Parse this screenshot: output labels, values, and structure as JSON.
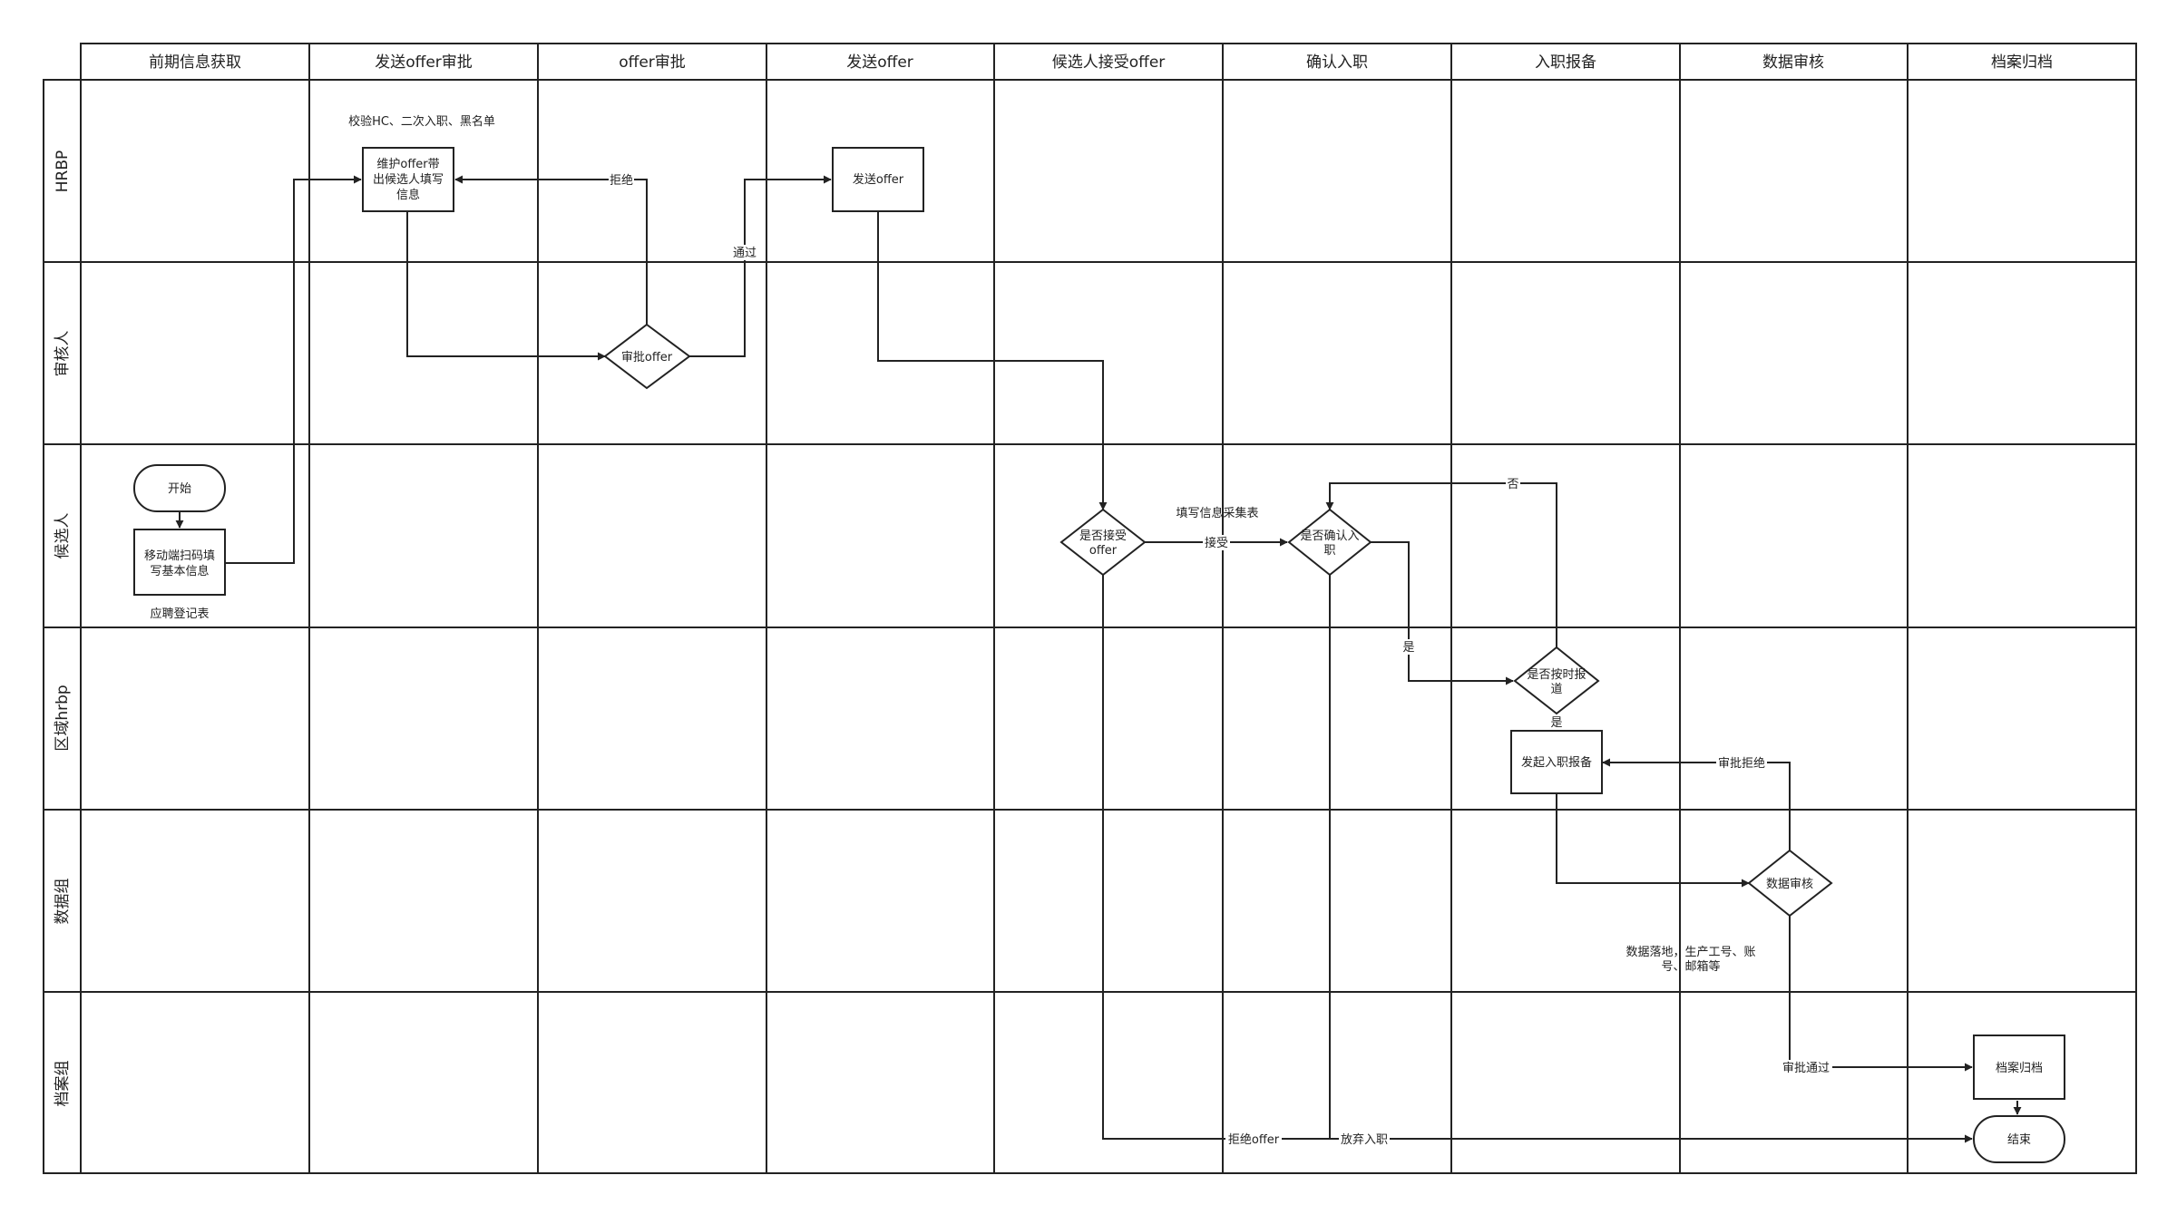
{
  "diagram": {
    "columns": [
      "前期信息获取",
      "发送offer审批",
      "offer审批",
      "发送offer",
      "候选人接受offer",
      "确认入职",
      "入职报备",
      "数据审核",
      "档案归档"
    ],
    "lanes": [
      "HRBP",
      "审核人",
      "候选人",
      "区域hrbp",
      "数据组",
      "档案组"
    ],
    "nodes": {
      "start": [
        "开始"
      ],
      "scan_fill": [
        "移动端扫码填",
        "写基本信息"
      ],
      "maintain_offer": [
        "维护offer带",
        "出候选人填写",
        "信息"
      ],
      "approve_offer": [
        "审批offer"
      ],
      "send_offer": [
        "发送offer"
      ],
      "accept_offer": [
        "是否接受",
        "offer"
      ],
      "confirm_join": [
        "是否确认入",
        "职"
      ],
      "report_on_time": [
        "是否按时报",
        "道"
      ],
      "initiate_report": [
        "发起入职报备"
      ],
      "data_review": [
        "数据审核"
      ],
      "archive": [
        "档案归档"
      ],
      "end": [
        "结束"
      ]
    },
    "annotations": {
      "registration_form": "应聘登记表",
      "verify": "校验HC、二次入职、黑名单",
      "info_form": "填写信息采集表",
      "data_landing": [
        "数据落地，生产工号、账",
        "号、邮箱等"
      ]
    },
    "edge_labels": {
      "reject": "拒绝",
      "pass": "通过",
      "accept": "接受",
      "no": "否",
      "yes1": "是",
      "yes2": "是",
      "approval_reject": "审批拒绝",
      "approval_pass": "审批通过",
      "reject_offer": "拒绝offer",
      "give_up": "放弃入职"
    }
  }
}
